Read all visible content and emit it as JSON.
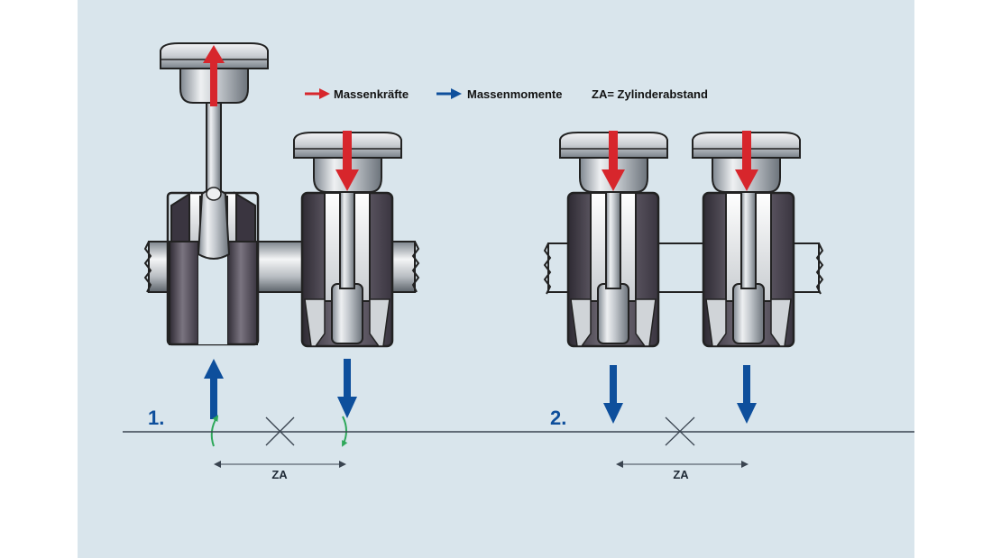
{
  "legend": {
    "forces_label": "Massenkräfte",
    "moments_label": "Massenmomente",
    "za_def_label": "ZA= Zylinderabstand"
  },
  "config_1": {
    "number": "1.",
    "distance_label": "ZA"
  },
  "config_2": {
    "number": "2.",
    "distance_label": "ZA"
  },
  "colors": {
    "panel": "#d9e5ec",
    "force_red": "#d7262c",
    "moment_blue": "#0e4f9c",
    "curve_green": "#2ea85a",
    "line": "#3a4450"
  }
}
